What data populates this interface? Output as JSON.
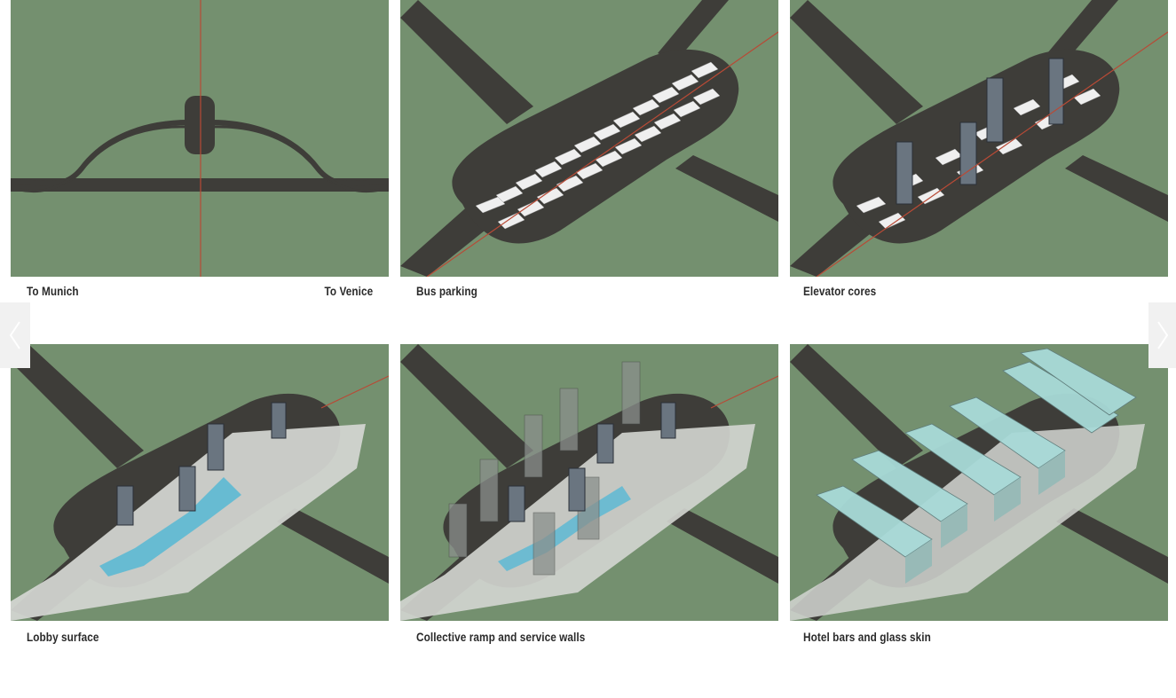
{
  "gallery": {
    "panels": [
      {
        "caption": "To Munich",
        "caption_right": "To Venice"
      },
      {
        "caption": "Bus parking"
      },
      {
        "caption": "Elevator cores"
      },
      {
        "caption": "Lobby surface"
      },
      {
        "caption": "Collective ramp and service walls"
      },
      {
        "caption": "Hotel bars and glass skin"
      }
    ],
    "nav": {
      "prev_icon": "chevron-left-icon",
      "next_icon": "chevron-right-icon"
    }
  },
  "colors": {
    "grass": "#74906f",
    "asphalt": "#3e3d39",
    "axis_line": "#b84a36",
    "glass": "#a8dad8",
    "water": "#56b8d4",
    "nav_bg": "#f1f1f1"
  }
}
